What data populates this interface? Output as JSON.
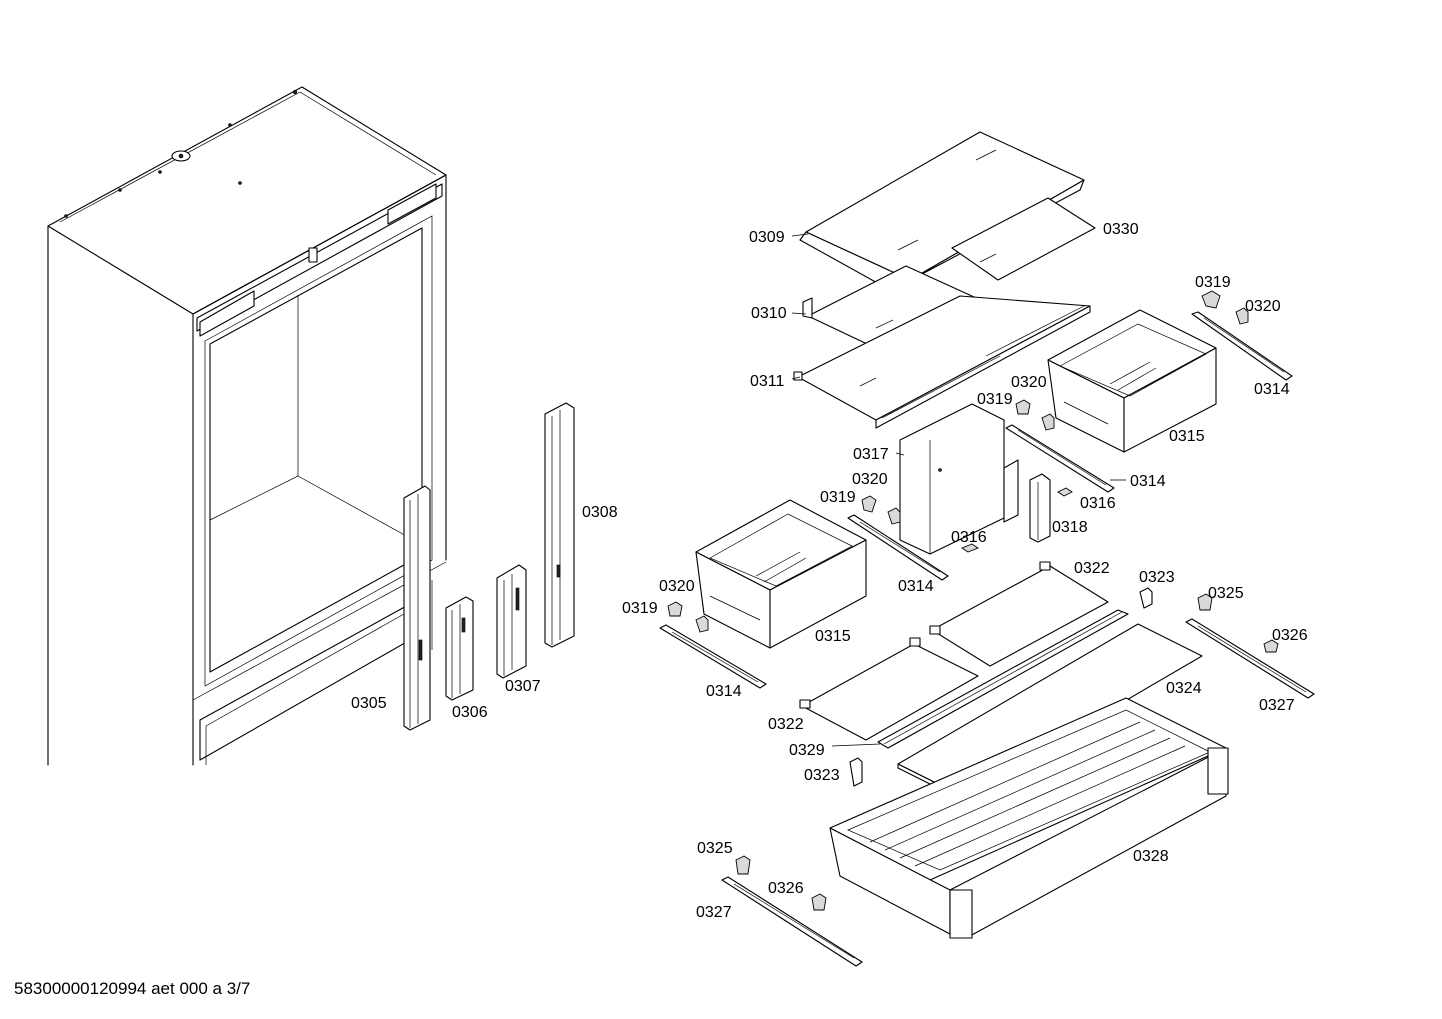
{
  "footer_text": "58300000120994 aet 000 a 3/7",
  "labels": {
    "p0305": "0305",
    "p0306": "0306",
    "p0307": "0307",
    "p0308": "0308",
    "p0309": "0309",
    "p0310": "0310",
    "p0311": "0311",
    "p0314_a": "0314",
    "p0314_b": "0314",
    "p0314_c": "0314",
    "p0314_d": "0314",
    "p0315_a": "0315",
    "p0315_b": "0315",
    "p0316_a": "0316",
    "p0316_b": "0316",
    "p0317": "0317",
    "p0318": "0318",
    "p0319_a": "0319",
    "p0319_b": "0319",
    "p0319_c": "0319",
    "p0319_d": "0319",
    "p0320_a": "0320",
    "p0320_b": "0320",
    "p0320_c": "0320",
    "p0320_d": "0320",
    "p0322_a": "0322",
    "p0322_b": "0322",
    "p0323_a": "0323",
    "p0323_b": "0323",
    "p0324": "0324",
    "p0325_a": "0325",
    "p0325_b": "0325",
    "p0326_a": "0326",
    "p0326_b": "0326",
    "p0327_a": "0327",
    "p0327_b": "0327",
    "p0328": "0328",
    "p0329": "0329",
    "p0330": "0330"
  }
}
